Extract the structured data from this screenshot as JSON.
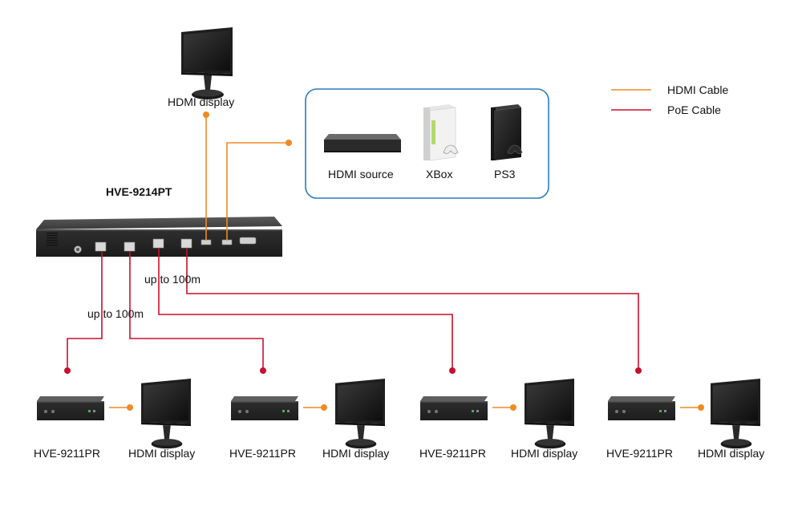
{
  "diagram": {
    "hub_label": "HVE-9214PT",
    "top_display_label": "HDMI display",
    "distance_label_left": "up to 100m",
    "distance_label_right": "up to 100m",
    "sources": [
      {
        "label": "HDMI source",
        "icon": "hdmi-source-icon"
      },
      {
        "label": "XBox",
        "icon": "xbox-icon"
      },
      {
        "label": "PS3",
        "icon": "ps3-icon"
      }
    ],
    "legend": [
      {
        "label": "HDMI Cable",
        "color": "#f08a24"
      },
      {
        "label": "PoE Cable",
        "color": "#c8102e"
      }
    ],
    "receivers": [
      {
        "label": "HVE-9211PR",
        "display_label": "HDMI display"
      },
      {
        "label": "HVE-9211PR",
        "display_label": "HDMI display"
      },
      {
        "label": "HVE-9211PR",
        "display_label": "HDMI display"
      },
      {
        "label": "HVE-9211PR",
        "display_label": "HDMI display"
      }
    ],
    "colors": {
      "hdmi": "#f08a24",
      "poe": "#c8102e",
      "frame": "#2a7bc2",
      "device": "#2b2b2b"
    }
  }
}
